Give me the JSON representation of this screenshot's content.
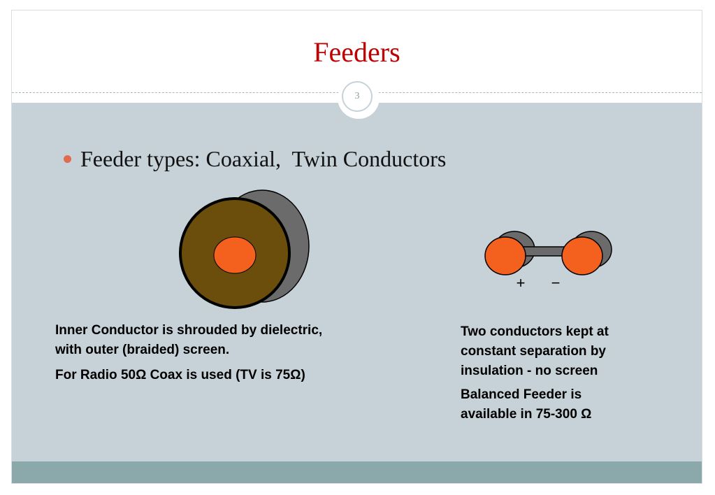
{
  "slide": {
    "title": "Feeders",
    "page_number": "3",
    "bullet": "Feeder types: Coaxial,  Twin Conductors"
  },
  "coax": {
    "caption_line1": "Inner Conductor is shrouded by dielectric,",
    "caption_line2": "with outer (braided) screen.",
    "caption_line3": "For Radio 50Ω Coax is used (TV is 75Ω)"
  },
  "twin": {
    "plus_label": "+",
    "minus_label": "−",
    "caption_line1": "Two conductors kept at",
    "caption_line2": "constant separation by",
    "caption_line3": "insulation - no screen",
    "caption_line4": "Balanced Feeder is",
    "caption_line5": "available in 75-300 Ω"
  },
  "colors": {
    "title": "#c00000",
    "content_bg": "#c7d2d8",
    "footer_bar": "#8ba9ab",
    "bullet": "#e06b4f",
    "conductor_orange": "#f4611f",
    "dielectric_brown": "#6b4e0c",
    "shield_grey": "#6b6b6b"
  }
}
